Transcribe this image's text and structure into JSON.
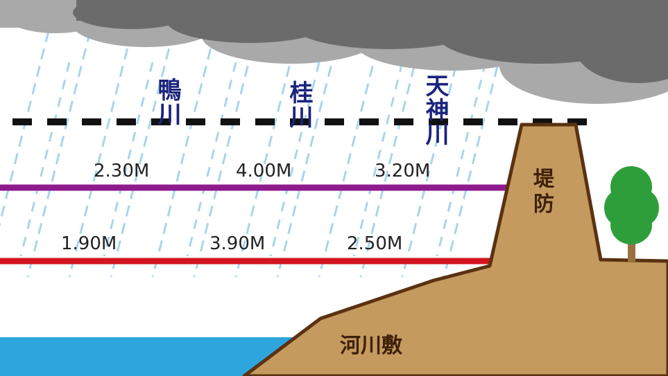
{
  "rivers": [
    {
      "name": "鴨川",
      "warning_level": "2.30M",
      "caution_level": "1.90M"
    },
    {
      "name": "桂川",
      "warning_level": "4.00M",
      "caution_level": "3.90M"
    },
    {
      "name": "天神川",
      "warning_level": "3.20M",
      "caution_level": "2.50M"
    }
  ],
  "labels": {
    "levee": "堤防",
    "floodplain": "河川敷"
  },
  "colors": {
    "cloud_dark": "#6b6b6b",
    "cloud_light": "#a9a9a9",
    "rain": "#a8d4f0",
    "river_name_text": "#1a237e",
    "upper_line": "#8e1a8e",
    "lower_line": "#d3141f",
    "dashed_line": "#111111",
    "water": "#2ea5dc",
    "levee_fill": "#c49a5e",
    "levee_outline": "#5a3212",
    "label_text": "#3e2008",
    "tree_foliage": "#2e9e3a",
    "tree_trunk": "#9a7040"
  }
}
